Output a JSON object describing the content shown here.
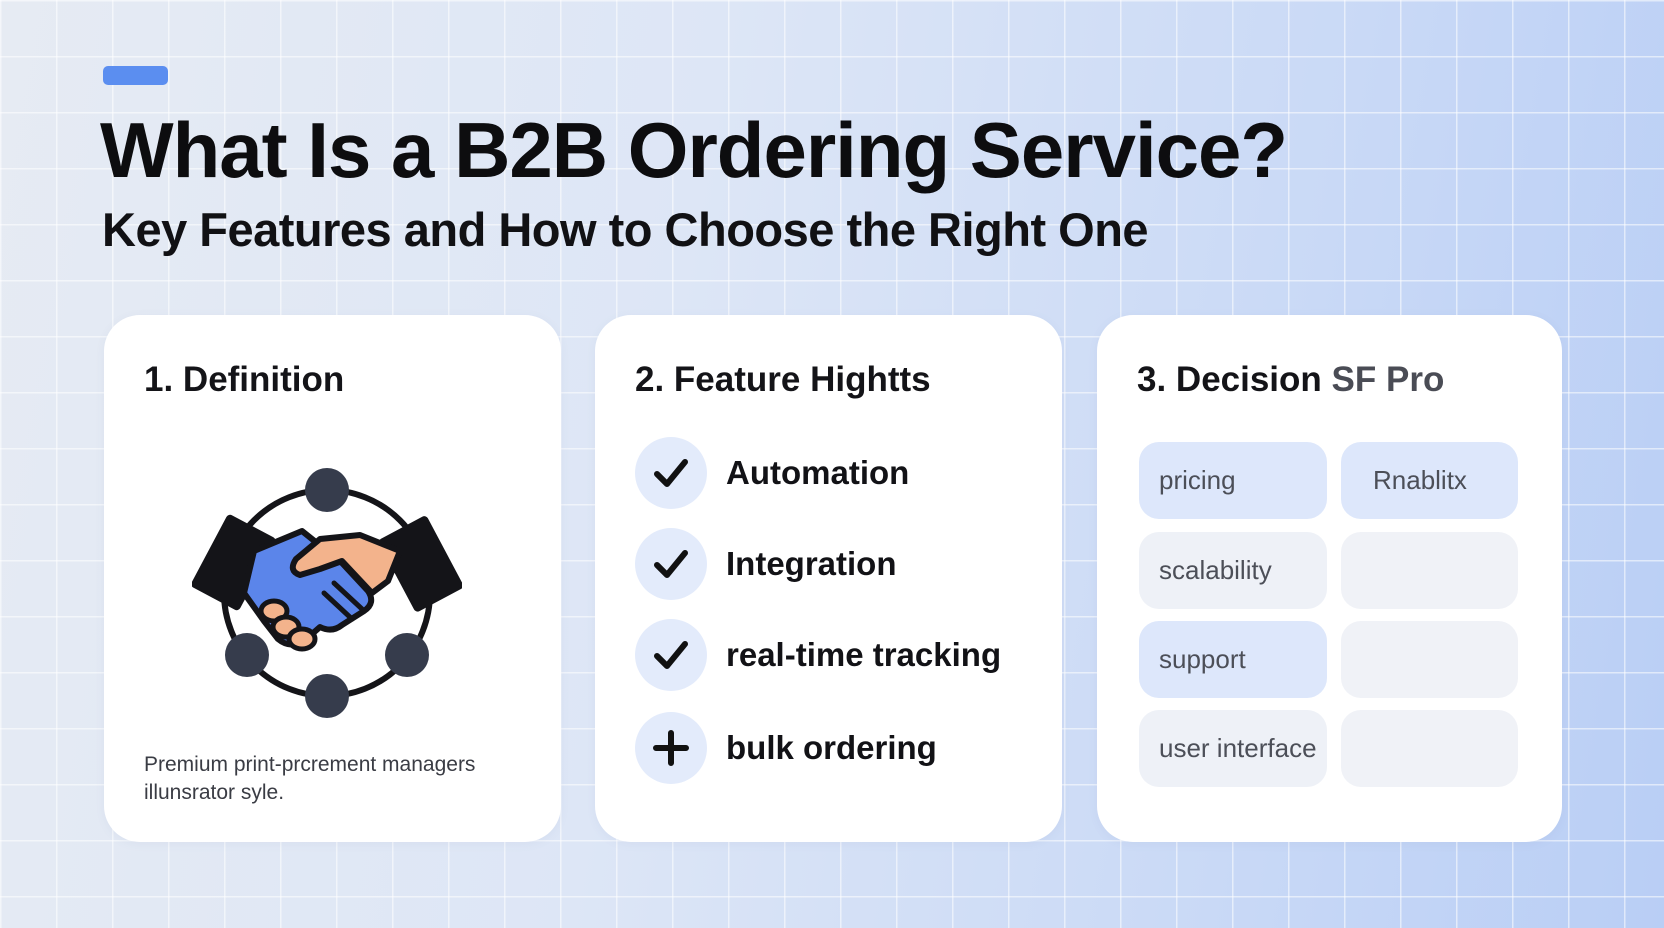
{
  "header": {
    "title": "What Is a B2B Ordering Service?",
    "subtitle": "Key Features and How to Choose the Right One"
  },
  "cards": [
    {
      "heading": "1. Definition",
      "illustration_icon": "handshake-network-icon",
      "caption_line1": "Premium print-prcrement managers",
      "caption_line2": "illunsrator syle."
    },
    {
      "heading": "2. Feature Hightts",
      "features": [
        {
          "label": "Automation",
          "icon": "checkmark-icon"
        },
        {
          "label": "Integration",
          "icon": "checkmark-icon"
        },
        {
          "label": "real-time tracking",
          "icon": "checkmark-icon"
        },
        {
          "label": "bulk ordering",
          "icon": "plus-icon"
        }
      ]
    },
    {
      "heading_main": "3. Decision",
      "heading_suffix": "SF Pro",
      "chips": [
        {
          "label": "pricing"
        },
        {
          "label": "Rnablitx"
        },
        {
          "label": "scalability"
        },
        {
          "label": ""
        },
        {
          "label": "support"
        },
        {
          "label": ""
        },
        {
          "label": "user interface"
        },
        {
          "label": ""
        }
      ]
    }
  ],
  "colors": {
    "accent": "#5b8ef0",
    "handshake_blue": "#5b85ea",
    "handshake_peach": "#f3b38c",
    "node_dark": "#363c4c",
    "chip_blue": "#dde7fb",
    "icon_circle": "#e3ebfb"
  }
}
